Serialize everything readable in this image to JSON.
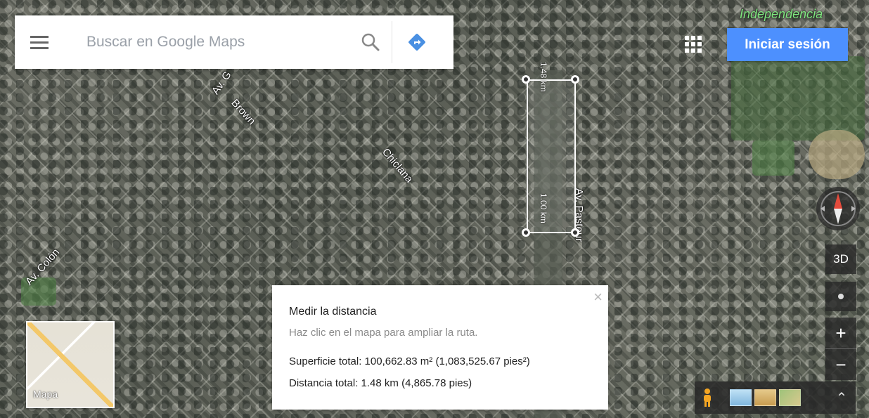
{
  "search": {
    "placeholder": "Buscar en Google Maps",
    "icons": {
      "menu": "menu-icon",
      "search": "search-icon",
      "directions": "directions-icon"
    }
  },
  "header": {
    "place_label": "Independencia",
    "signin_label": "Iniciar sesión",
    "apps_icon": "apps-grid-icon"
  },
  "map": {
    "street_labels": [
      "Av. G",
      "Brown",
      "Chiclana",
      "Av. Colón",
      "Av. Pasteur"
    ],
    "measure_segments": [
      "1.48 km",
      "1.00 km"
    ]
  },
  "controls": {
    "btn_3d": "3D",
    "compass_icon": "compass-icon",
    "location_icon": "my-location-icon",
    "zoom_in": "+",
    "zoom_out": "−",
    "pegman_icon": "pegman-icon",
    "expand_icon": "chevron-up-icon"
  },
  "map_toggle": {
    "label": "Mapa"
  },
  "measure_card": {
    "title": "Medir la distancia",
    "hint": "Haz clic en el mapa para ampliar la ruta.",
    "area": "Superficie total: 100,662.83 m² (1,083,525.67 pies²)",
    "distance": "Distancia total: 1.48 km (4,865.78 pies)",
    "close": "×"
  },
  "colors": {
    "signin_bg": "#4d90fe",
    "directions": "#4a90e2",
    "place_label": "#7fe57f",
    "compass_north": "#e54b3c"
  }
}
